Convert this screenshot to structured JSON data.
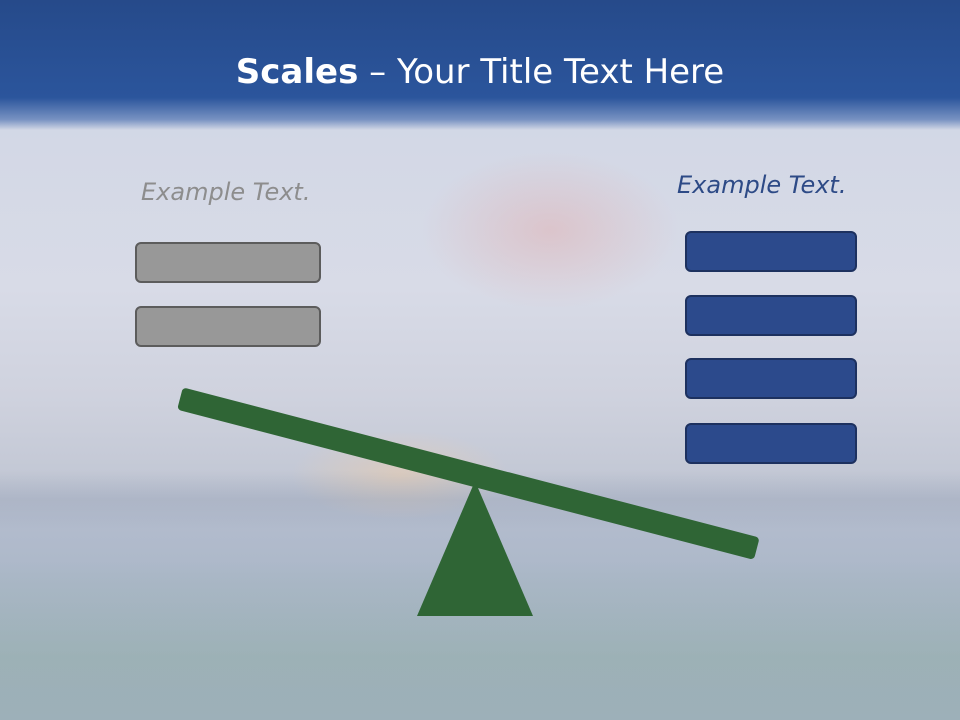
{
  "header": {
    "title_bold": "Scales",
    "title_rest": " – Your Title Text Here"
  },
  "left_side": {
    "label": "Example Text.",
    "box_count": 2,
    "box_color": "#989898"
  },
  "right_side": {
    "label": "Example Text.",
    "box_count": 4,
    "box_color": "#2c4a8c"
  },
  "scale": {
    "color": "#2f6535"
  },
  "colors": {
    "header": "#2b559c",
    "title_text": "#ffffff",
    "left_label": "#8d8d8d",
    "right_label": "#2d4a86"
  }
}
